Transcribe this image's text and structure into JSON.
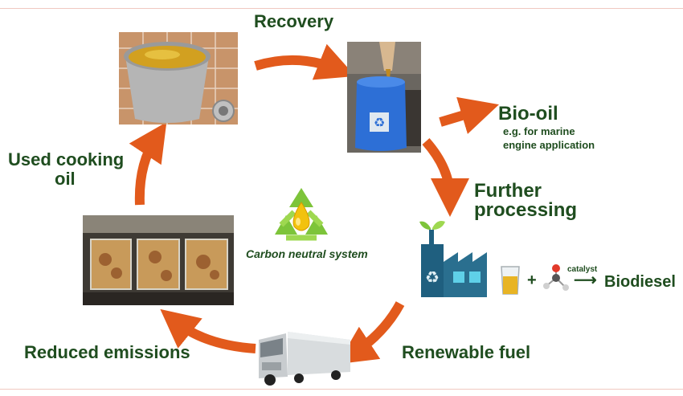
{
  "labels": {
    "recovery": "Recovery",
    "bio_oil": "Bio-oil",
    "bio_oil_note_1": "e.g. for marine",
    "bio_oil_note_2": "engine application",
    "further_1": "Further",
    "further_2": "processing",
    "used_1": "Used cooking",
    "used_2": "oil",
    "carbon": "Carbon neutral system",
    "plus": "+",
    "catalyst": "catalyst",
    "biodiesel": "Biodiesel",
    "renewable": "Renewable fuel",
    "reduced": "Reduced emissions"
  },
  "colors": {
    "arrow": "#e25a1c",
    "text": "#1f4d1f",
    "rule": "#f0c8c0",
    "recycle_green": "#7dc43a",
    "factory": "#1f5f7f"
  },
  "icons": {
    "center": "recycle-icon",
    "factory": "factory-icon",
    "truck": "truck-icon",
    "beaker": "beaker-icon",
    "molecule": "molecule-icon"
  }
}
